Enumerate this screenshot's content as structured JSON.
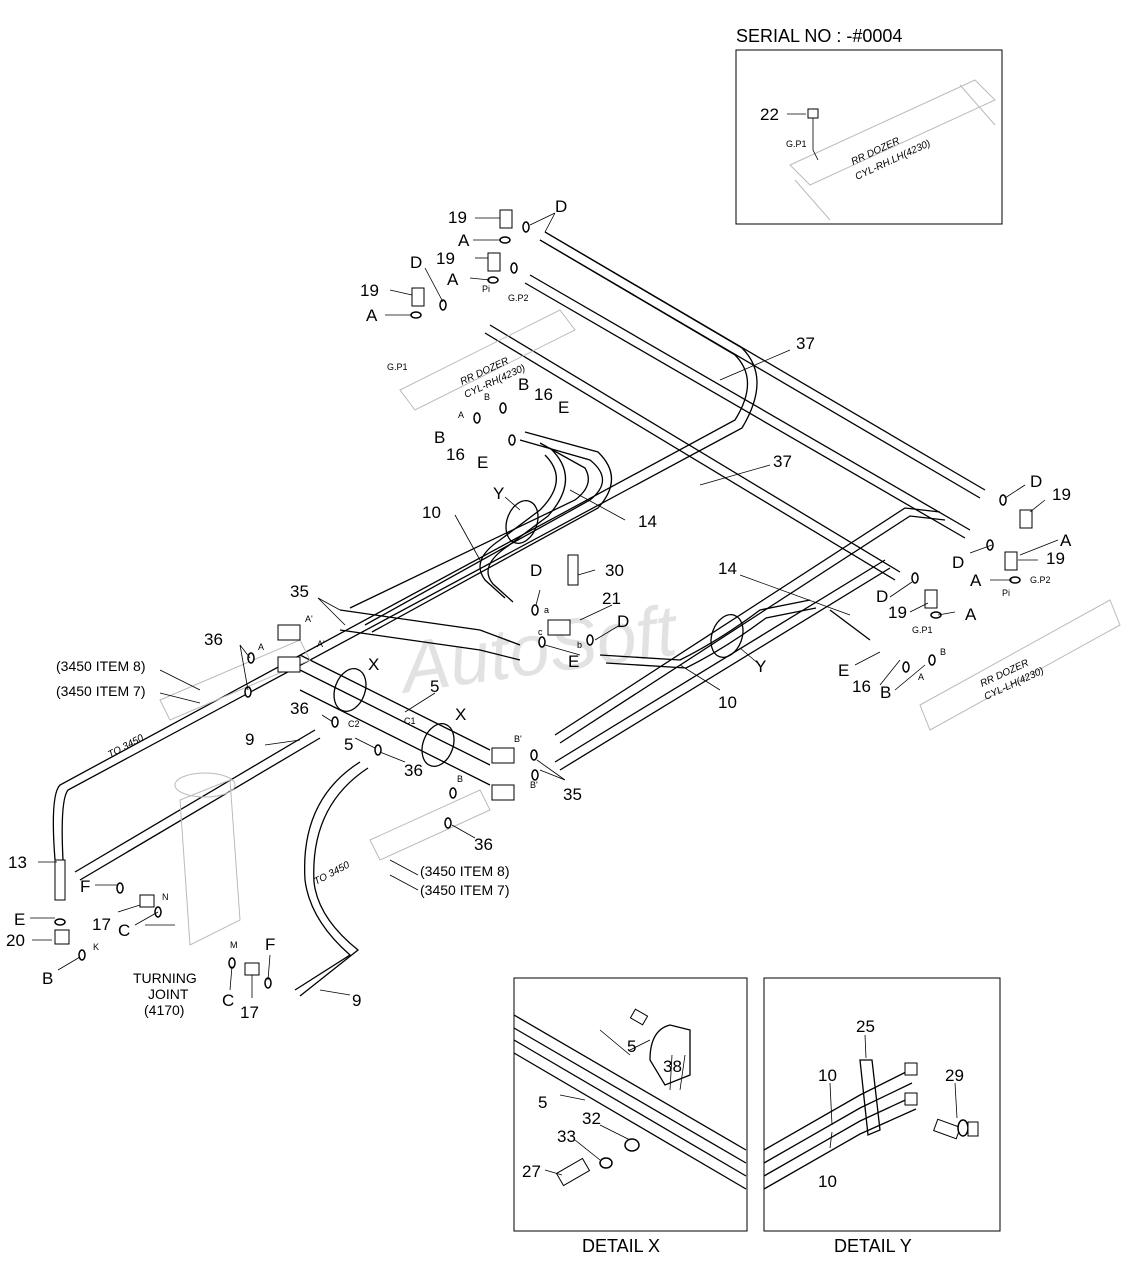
{
  "serial": "SERIAL NO : -#0004",
  "watermark": "AutoSoft",
  "part_numbers": [
    "22",
    "19",
    "19",
    "19",
    "19",
    "19",
    "19",
    "37",
    "37",
    "14",
    "14",
    "10",
    "10",
    "16",
    "16",
    "30",
    "21",
    "35",
    "35",
    "36",
    "36",
    "36",
    "5",
    "5",
    "9",
    "9",
    "13",
    "17",
    "17",
    "20",
    "25",
    "29",
    "10",
    "10",
    "5",
    "5",
    "38",
    "32",
    "33",
    "27"
  ],
  "letters": [
    "D",
    "D",
    "D",
    "D",
    "D",
    "D",
    "A",
    "A",
    "A",
    "A",
    "A",
    "A",
    "B",
    "B",
    "B",
    "B",
    "E",
    "E",
    "E",
    "E",
    "F",
    "F",
    "C",
    "C",
    "X",
    "X",
    "Y",
    "Y"
  ],
  "small_labels": [
    "G.P1",
    "G.P2",
    "G.P1",
    "G.P2",
    "G.P1",
    "Pi",
    "Pi",
    "a",
    "b",
    "c",
    "A",
    "B",
    "A",
    "B",
    "A'",
    "A'",
    "B'",
    "B'",
    "C1",
    "C2",
    "N",
    "M",
    "K",
    "B"
  ],
  "refs": {
    "item8_left": "(3450 ITEM 8)",
    "item7_left": "(3450 ITEM 7)",
    "to3450_left": "TO 3450",
    "item8_right": "(3450 ITEM 8)",
    "item7_right": "(3450 ITEM 7)",
    "to3450_right": "TO 3450",
    "turning_joint_1": "TURNING",
    "turning_joint_2": "JOINT",
    "turning_joint_3": "(4170)",
    "cyl_rh_1": "RR DOZER",
    "cyl_rh_2": "CYL-RH(4230)",
    "cyl_lh_1": "RR DOZER",
    "cyl_lh_2": "CYL-LH(4230)",
    "cyl_inset_1": "RR DOZER",
    "cyl_inset_2": "CYL-RH.LH(4230)"
  },
  "details": {
    "x_title": "DETAIL  X",
    "y_title": "DETAIL  Y"
  }
}
